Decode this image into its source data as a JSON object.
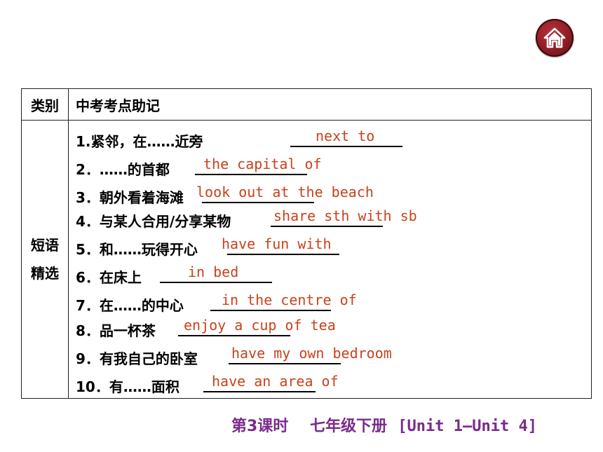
{
  "nav": {
    "home_icon": "home-icon"
  },
  "table": {
    "header_category": "类别",
    "header_content": "中考考点助记",
    "category_line1": "短语",
    "category_line2": "精选",
    "rows": [
      {
        "num": "1.",
        "cn": "紧邻，在……近旁",
        "answer": "next to"
      },
      {
        "num": "2．",
        "cn": "……的首都",
        "answer": "the capital of"
      },
      {
        "num": "3．",
        "cn": "朝外看着海滩",
        "answer": "look out at the beach"
      },
      {
        "num": "4．",
        "cn": "与某人合用/分享某物",
        "answer": "share sth with sb"
      },
      {
        "num": "5．",
        "cn": "和……玩得开心",
        "answer": "have fun with"
      },
      {
        "num": "6．",
        "cn": "在床上",
        "answer": "in bed"
      },
      {
        "num": "7．",
        "cn": "在……的中心",
        "answer": "in the centre of"
      },
      {
        "num": "8．",
        "cn": "品一杯茶",
        "answer": "enjoy a cup of tea"
      },
      {
        "num": "9．",
        "cn": "有我自己的卧室",
        "answer": "have my own bedroom"
      },
      {
        "num": "10．",
        "cn": "有……面积",
        "answer": "have an area of"
      }
    ]
  },
  "footer": {
    "lesson": "第3课时",
    "grade": "七年级下册",
    "units": "[Unit 1—Unit 4]"
  },
  "colors": {
    "answer": "#c8421b",
    "footer": "#7a2b8c",
    "home_button": "#8d1c25"
  }
}
